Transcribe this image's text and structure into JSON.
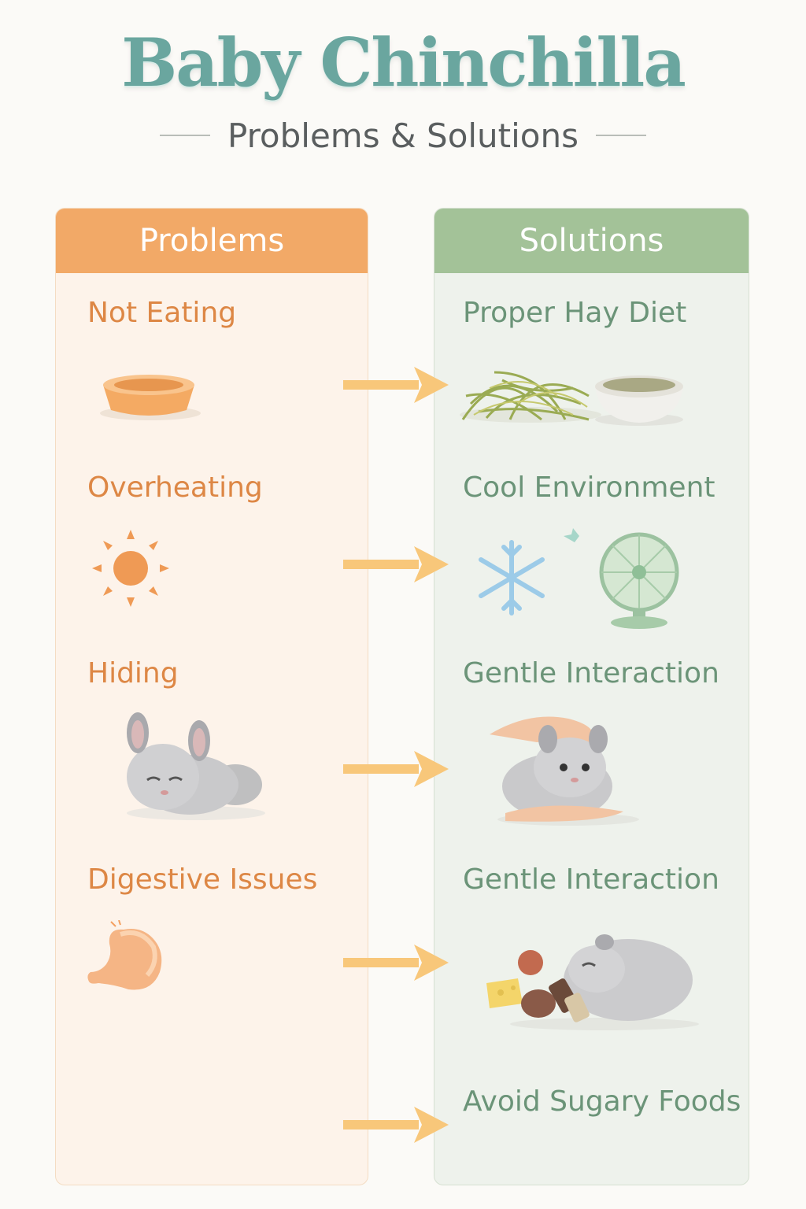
{
  "title": "Baby Chinchilla",
  "subtitle": "Problems & Solutions",
  "colors": {
    "problems_accent": "#f2a967",
    "solutions_accent": "#a3c298",
    "title": "#6aa69f",
    "arrow": "#f8c77a"
  },
  "problems": {
    "header": "Problems",
    "items": [
      {
        "label": "Not Eating",
        "icon": "bowl-icon"
      },
      {
        "label": "Overheating",
        "icon": "sun-icon"
      },
      {
        "label": "Hiding",
        "icon": "sleeping-chinchilla-icon"
      },
      {
        "label": "Digestive Issues",
        "icon": "stomach-icon"
      }
    ]
  },
  "solutions": {
    "header": "Solutions",
    "items": [
      {
        "label": "Proper Hay Diet",
        "icon": "hay-bowl-icon"
      },
      {
        "label": "Cool Environment",
        "icon": "snowflake-fan-icon"
      },
      {
        "label": "Gentle Interaction",
        "icon": "hand-chinchilla-icon"
      },
      {
        "label": "Gentle Interaction",
        "icon": "chinchilla-treats-icon"
      },
      {
        "label": "Avoid Sugary Foods",
        "icon": ""
      }
    ]
  }
}
